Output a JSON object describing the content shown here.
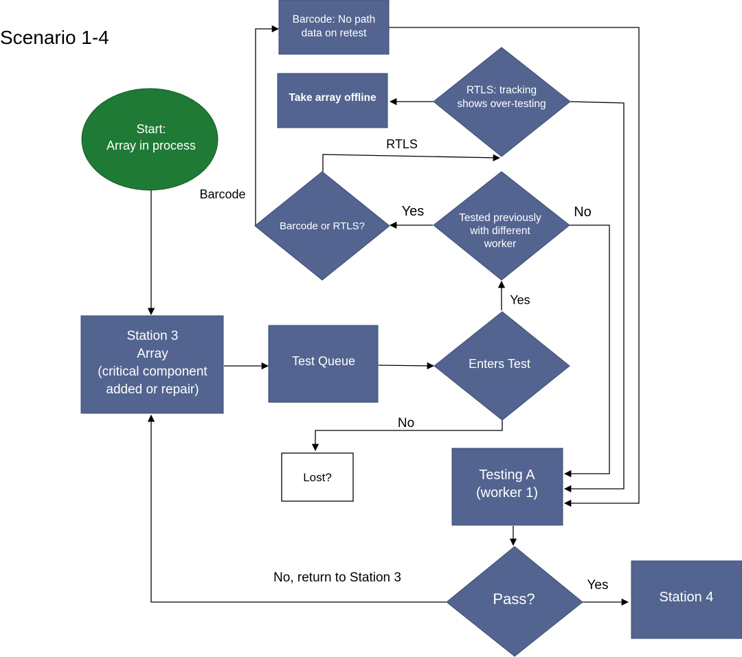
{
  "title": "Scenario 1-4",
  "colors": {
    "node_fill": "#52648f",
    "start_fill": "#1f7a35",
    "start_stroke": "#0f5a22",
    "line": "#000000",
    "lost_fill": "#ffffff"
  },
  "nodes": {
    "start": {
      "line1": "Start:",
      "line2": "Array in process"
    },
    "station3": {
      "line1": "Station 3",
      "line2": "Array",
      "line3": "(critical component",
      "line4": "added or repair)"
    },
    "test_queue": {
      "label": "Test Queue"
    },
    "enters_test": {
      "label": "Enters Test"
    },
    "tested_prev": {
      "line1": "Tested previously",
      "line2": "with different",
      "line3": "worker"
    },
    "barcode_or_rtls": {
      "label": "Barcode or RTLS?"
    },
    "rtls_tracking": {
      "line1": "RTLS: tracking",
      "line2": "shows over-testing"
    },
    "take_offline": {
      "label": "Take array offline"
    },
    "barcode_no_path": {
      "line1": "Barcode: No path",
      "line2": "data on retest"
    },
    "lost": {
      "label": "Lost?"
    },
    "testing_a": {
      "line1": "Testing A",
      "line2": "(worker 1)"
    },
    "pass": {
      "label": "Pass?"
    },
    "station4": {
      "label": "Station 4"
    }
  },
  "edge_labels": {
    "rtls": "RTLS",
    "barcode": "Barcode",
    "yes_to_barcode_rtls": "Yes",
    "no_tested_prev": "No",
    "yes_enters_test": "Yes",
    "no_enters_test": "No",
    "no_return": "No, return to Station 3",
    "yes_pass": "Yes"
  }
}
